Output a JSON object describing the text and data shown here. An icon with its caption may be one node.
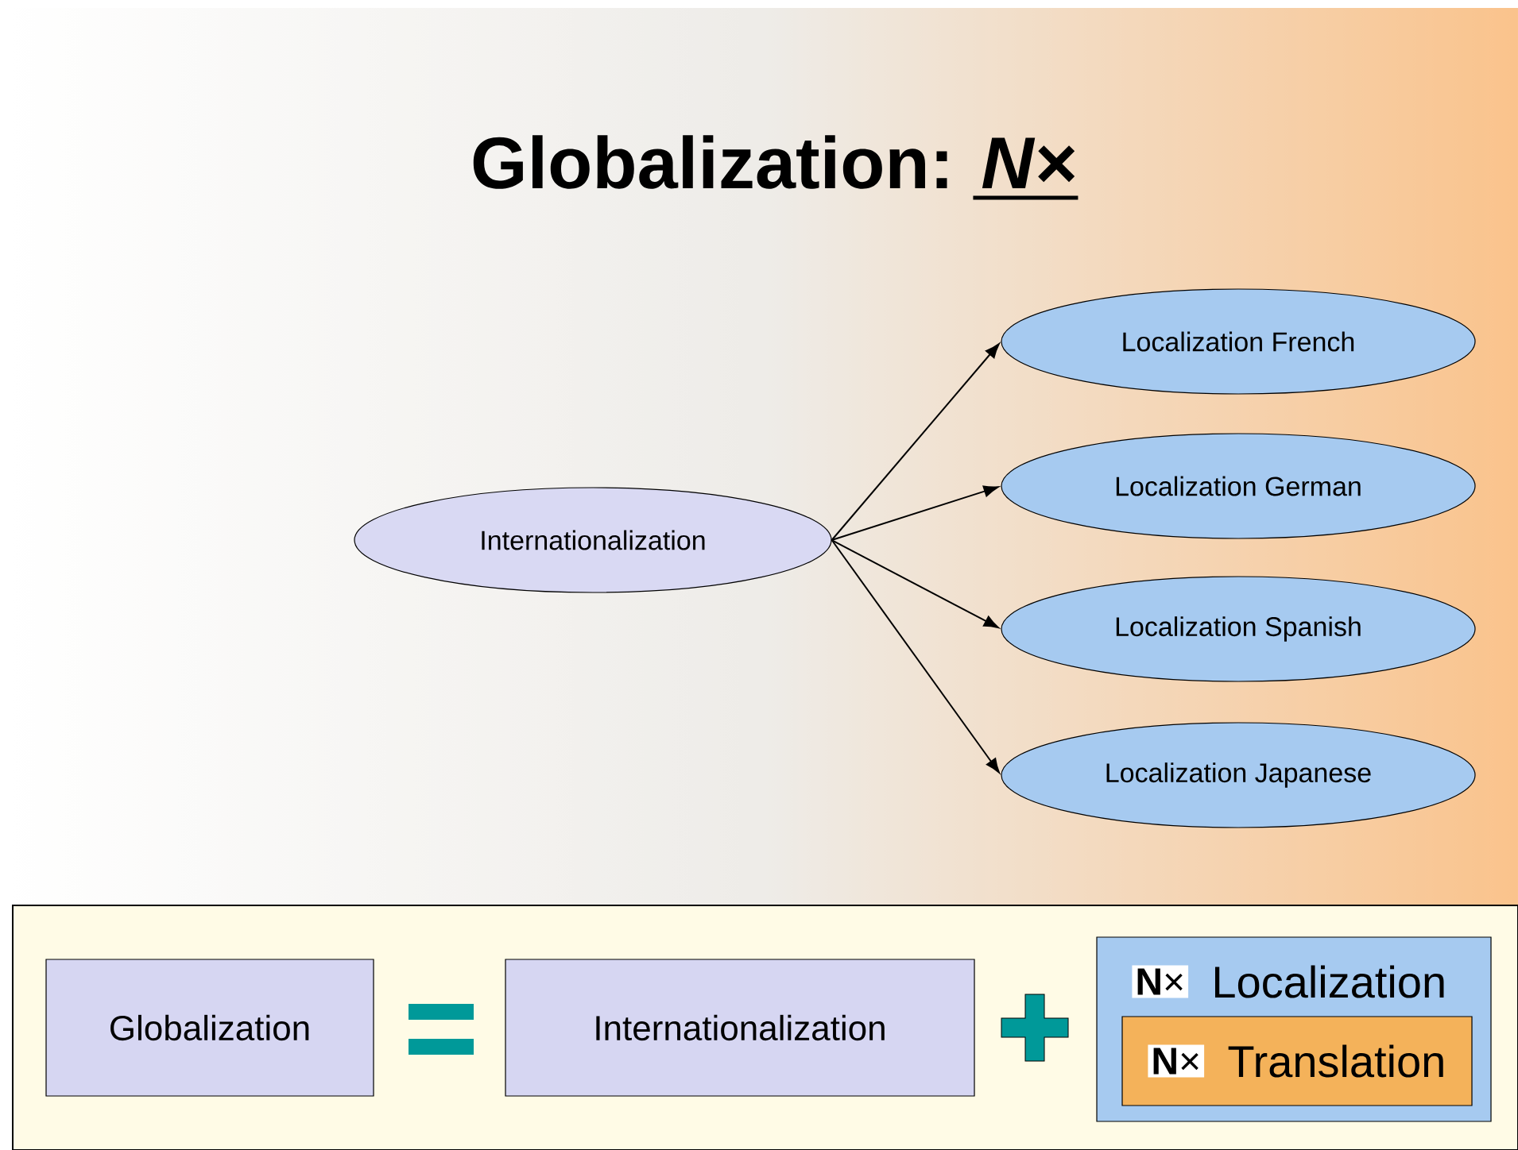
{
  "diagram": {
    "title": "Globalization: *N*×",
    "nodes": [
      {
        "text": [
          "Internationalization"
        ]
      },
      {
        "text": [
          "Localization French"
        ]
      },
      {
        "text": [
          "Localization German"
        ]
      },
      {
        "text": [
          "Localization Spanish"
        ]
      },
      {
        "text": [
          "Localization Japanese"
        ]
      },
      {
        "text": [
          "Globalization"
        ]
      },
      {
        "text": [
          "Internationalization"
        ]
      },
      {
        "text": [
          "**N**×",
          "Localization"
        ]
      },
      {
        "text": [
          "**N**×",
          "Translation"
        ],
        "in": 7
      }
    ],
    "edges": [
      {
        "from": 0,
        "to": 1,
        "arrow": "to"
      },
      {
        "from": 0,
        "to": 2,
        "arrow": "to"
      },
      {
        "from": 0,
        "to": 3,
        "arrow": "to"
      },
      {
        "from": 0,
        "to": 4,
        "arrow": "to"
      }
    ]
  }
}
